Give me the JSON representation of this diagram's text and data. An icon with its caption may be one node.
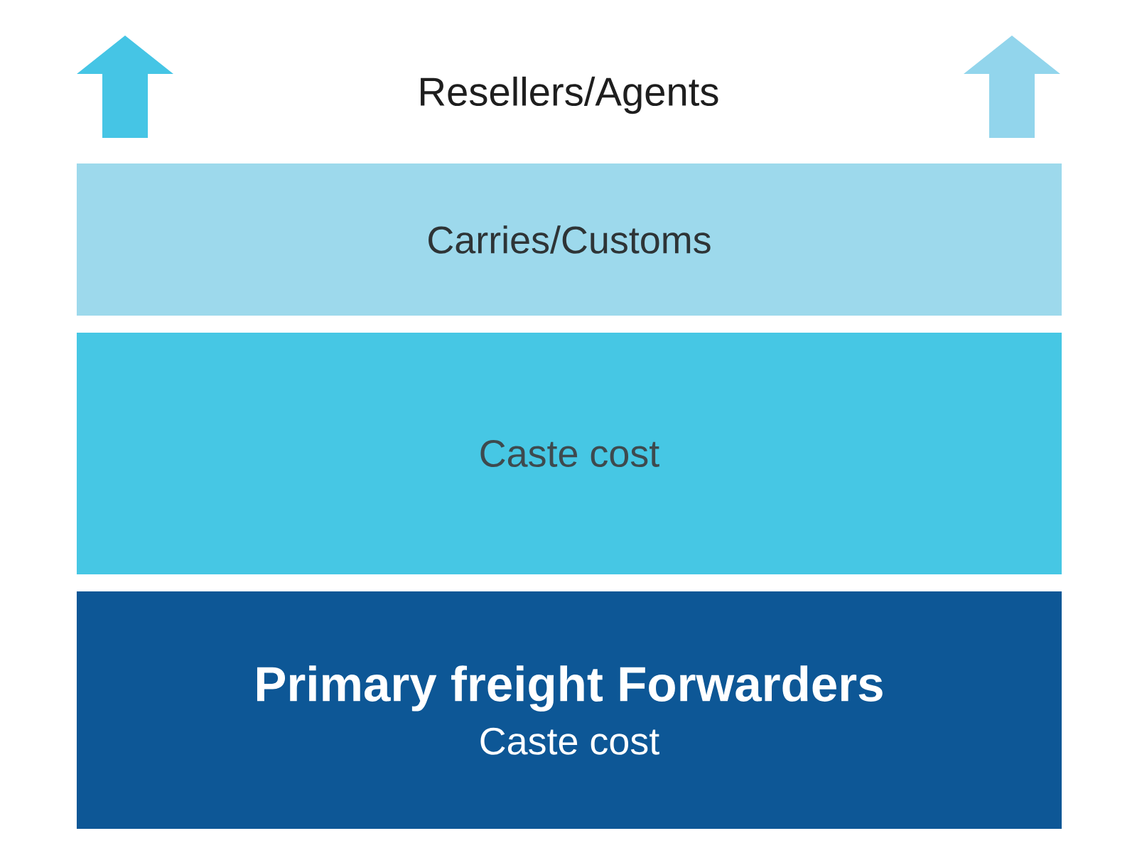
{
  "diagram": {
    "nodes": [
      {
        "text": [
          "Carries/Customs"
        ]
      },
      {
        "text": [
          "Caste cost"
        ]
      },
      {
        "text": [
          "Primary freight Forwarders",
          "Caste cost"
        ]
      }
    ],
    "labels": [
      "Resellers/Agents"
    ]
  }
}
